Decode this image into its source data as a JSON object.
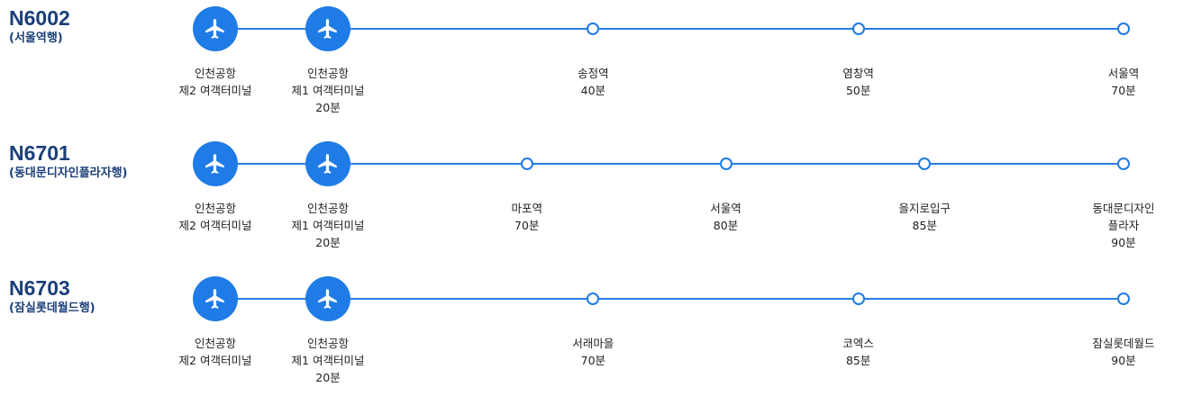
{
  "routes": [
    {
      "code": "N6002",
      "destination": "(서울역행)",
      "stations": [
        {
          "name": "인천공항",
          "sub": "제2 여객터미널",
          "time": "",
          "type": "airport"
        },
        {
          "name": "인천공항",
          "sub": "제1 여객터미널",
          "time": "20분",
          "type": "airport"
        },
        {
          "name": "송정역",
          "sub": "",
          "time": "40분",
          "type": "stop"
        },
        {
          "name": "염창역",
          "sub": "",
          "time": "50분",
          "type": "stop"
        },
        {
          "name": "서울역",
          "sub": "",
          "time": "70분",
          "type": "stop"
        }
      ]
    },
    {
      "code": "N6701",
      "destination": "(동대문디자인플라자행)",
      "stations": [
        {
          "name": "인천공항",
          "sub": "제2 여객터미널",
          "time": "",
          "type": "airport"
        },
        {
          "name": "인천공항",
          "sub": "제1 여객터미널",
          "time": "20분",
          "type": "airport"
        },
        {
          "name": "마포역",
          "sub": "",
          "time": "70분",
          "type": "stop"
        },
        {
          "name": "서울역",
          "sub": "",
          "time": "80분",
          "type": "stop"
        },
        {
          "name": "을지로입구",
          "sub": "",
          "time": "85분",
          "type": "stop"
        },
        {
          "name": "동대문디자인",
          "sub": "플라자",
          "time": "90분",
          "type": "stop"
        }
      ]
    },
    {
      "code": "N6703",
      "destination": "(잠실롯데월드행)",
      "stations": [
        {
          "name": "인천공항",
          "sub": "제2 여객터미널",
          "time": "",
          "type": "airport"
        },
        {
          "name": "인천공항",
          "sub": "제1 여객터미널",
          "time": "20분",
          "type": "airport"
        },
        {
          "name": "서래마을",
          "sub": "",
          "time": "70분",
          "type": "stop"
        },
        {
          "name": "코엑스",
          "sub": "",
          "time": "85분",
          "type": "stop"
        },
        {
          "name": "잠실롯데월드",
          "sub": "",
          "time": "90분",
          "type": "stop"
        }
      ]
    }
  ],
  "icons": {
    "airport": "airplane-icon"
  },
  "colors": {
    "accent": "#1f7be6",
    "title": "#1b3f78",
    "line": "#2a7de1"
  }
}
